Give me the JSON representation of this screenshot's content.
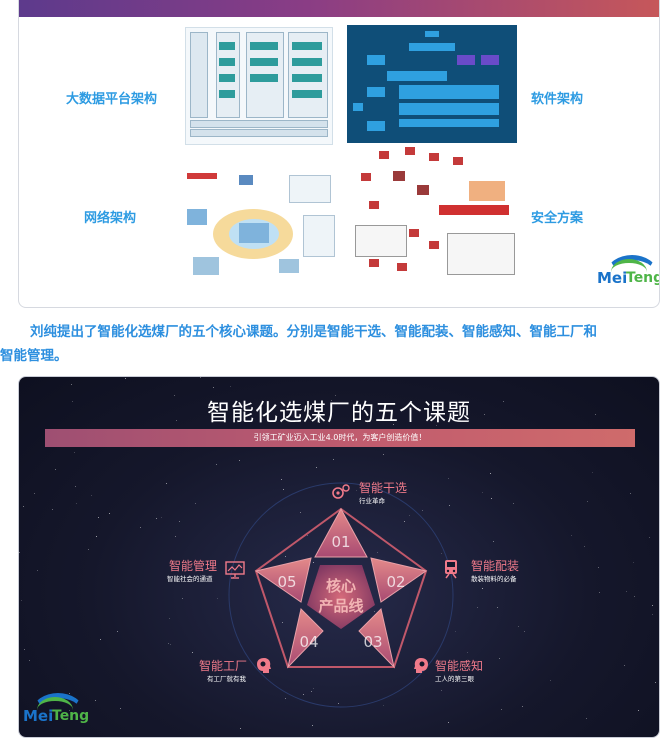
{
  "architecture": {
    "labels": {
      "big_data": "大数据平台架构",
      "software": "软件架构",
      "network": "网络架构",
      "security": "安全方案"
    }
  },
  "logo": {
    "part1": "Mei",
    "part2": "Teng"
  },
  "paragraph": {
    "line1": "刘纯提出了智能化选煤厂的五个核心课题。分别是智能干选、智能配装、智能感知、智能工厂和",
    "line2": "智能管理。"
  },
  "infographic": {
    "title": "智能化选煤厂的五个课题",
    "subtitle": "引领工矿业迈入工业4.0时代，为客户创造价值！",
    "core": {
      "line1": "核心",
      "line2": "产品线"
    },
    "numbers": [
      "01",
      "02",
      "03",
      "04",
      "05"
    ],
    "topics": [
      {
        "name": "智能干选",
        "desc": "行业革命"
      },
      {
        "name": "智能配装",
        "desc": "散装物料的必备"
      },
      {
        "name": "智能感知",
        "desc": "工人的第三眼"
      },
      {
        "name": "智能工厂",
        "desc": "有工厂就有我"
      },
      {
        "name": "智能管理",
        "desc": "智能社会的通道"
      }
    ],
    "colors": {
      "accent": "#f07a8a",
      "pentagon": "#c0586a",
      "background": "#15172b"
    }
  }
}
